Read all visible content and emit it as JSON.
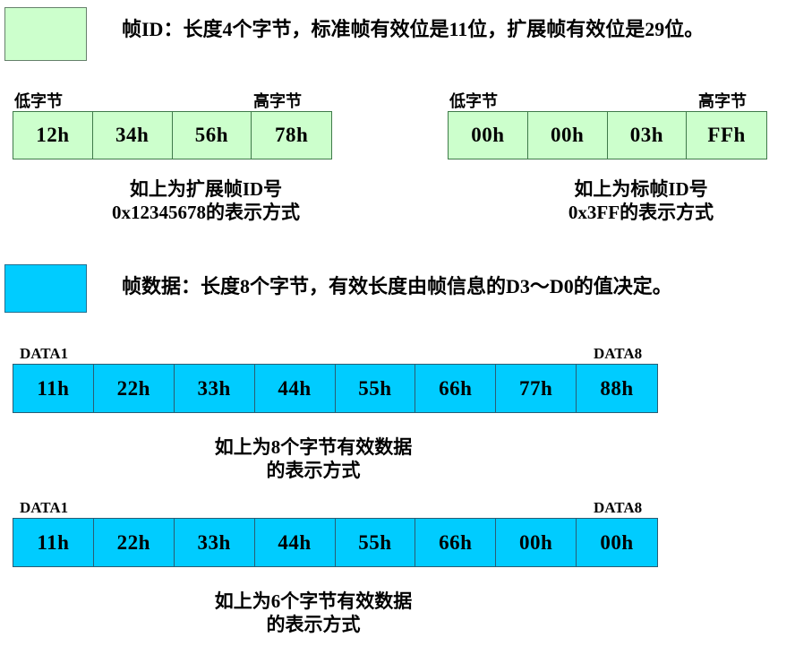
{
  "legends": [
    {
      "swatch_color": "#ccffcc",
      "text": "帧ID：长度4个字节，标准帧有效位是11位，扩展帧有效位是29位。"
    },
    {
      "swatch_color": "#00ccff",
      "text": "帧数据：长度8个字节，有效长度由帧信息的D3～D0的值决定。"
    }
  ],
  "id_tables": {
    "extended": {
      "low_label": "低字节",
      "high_label": "高字节",
      "cells": [
        "12h",
        "34h",
        "56h",
        "78h"
      ],
      "caption_line1": "如上为扩展帧ID号",
      "caption_line2": "0x12345678的表示方式"
    },
    "standard": {
      "low_label": "低字节",
      "high_label": "高字节",
      "cells": [
        "00h",
        "00h",
        "03h",
        "FFh"
      ],
      "caption_line1": "如上为标帧ID号",
      "caption_line2": "0x3FF的表示方式"
    }
  },
  "data_tables": {
    "full": {
      "first_label": "DATA1",
      "last_label": "DATA8",
      "cells": [
        "11h",
        "22h",
        "33h",
        "44h",
        "55h",
        "66h",
        "77h",
        "88h"
      ],
      "caption_line1": "如上为8个字节有效数据",
      "caption_line2": "的表示方式"
    },
    "partial": {
      "first_label": "DATA1",
      "last_label": "DATA8",
      "cells": [
        "11h",
        "22h",
        "33h",
        "44h",
        "55h",
        "66h",
        "00h",
        "00h"
      ],
      "caption_line1": "如上为6个字节有效数据",
      "caption_line2": "的表示方式"
    }
  }
}
